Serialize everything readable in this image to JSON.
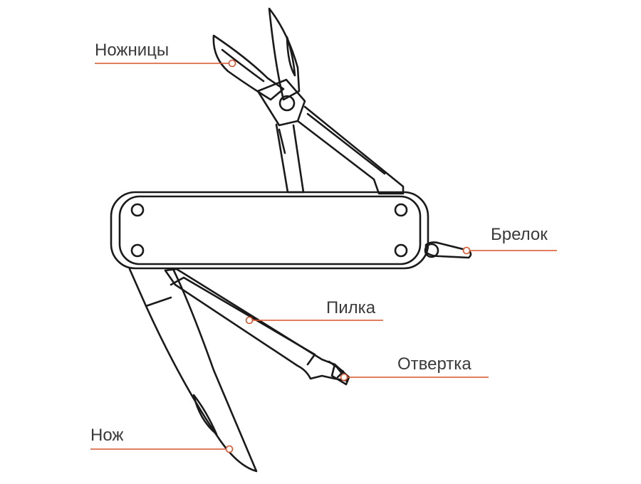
{
  "diagram": {
    "callouts": [
      {
        "id": "scissors",
        "label": "Ножницы"
      },
      {
        "id": "keyring",
        "label": "Брелок"
      },
      {
        "id": "file",
        "label": "Пилка"
      },
      {
        "id": "screwdriver",
        "label": "Отвертка"
      },
      {
        "id": "knife",
        "label": "Нож"
      }
    ],
    "colors": {
      "outline": "#1a1a1a",
      "leader": "#d9542b",
      "text": "#3a3a3a",
      "background": "#ffffff"
    }
  }
}
